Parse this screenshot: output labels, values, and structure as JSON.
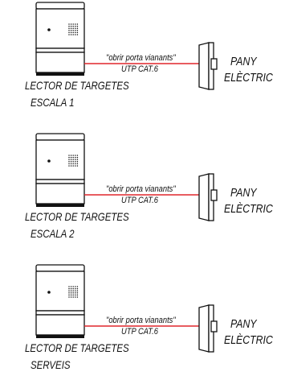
{
  "colors": {
    "cable": "#e0262b",
    "stroke": "#111111",
    "background": "#ffffff"
  },
  "icons": {
    "reader": "card-reader-icon",
    "lock": "electric-lock-icon"
  },
  "units": [
    {
      "reader_line1": "LECTOR DE TARGETES",
      "reader_line2": "ESCALA 1",
      "cable_label": "\"obrir porta vianants\"",
      "cable_type": "UTP CAT.6",
      "lock_line1": "PANY",
      "lock_line2": "ELÈCTRIC"
    },
    {
      "reader_line1": "LECTOR DE TARGETES",
      "reader_line2": "ESCALA 2",
      "cable_label": "\"obrir porta vianants\"",
      "cable_type": "UTP CAT.6",
      "lock_line1": "PANY",
      "lock_line2": "ELÈCTRIC"
    },
    {
      "reader_line1": "LECTOR DE TARGETES",
      "reader_line2": "SERVEIS",
      "cable_label": "\"obrir porta vianants\"",
      "cable_type": "UTP CAT.6",
      "lock_line1": "PANY",
      "lock_line2": "ELÈCTRIC"
    }
  ]
}
